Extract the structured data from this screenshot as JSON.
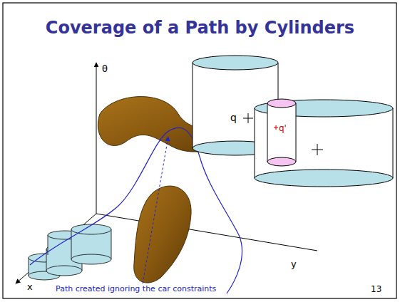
{
  "diagram": {
    "title": "Coverage of a Path by Cylinders",
    "labels": [
      "θ",
      "y",
      "x",
      "q",
      "q'",
      "Path created ignoring the car constraints",
      "13"
    ]
  }
}
